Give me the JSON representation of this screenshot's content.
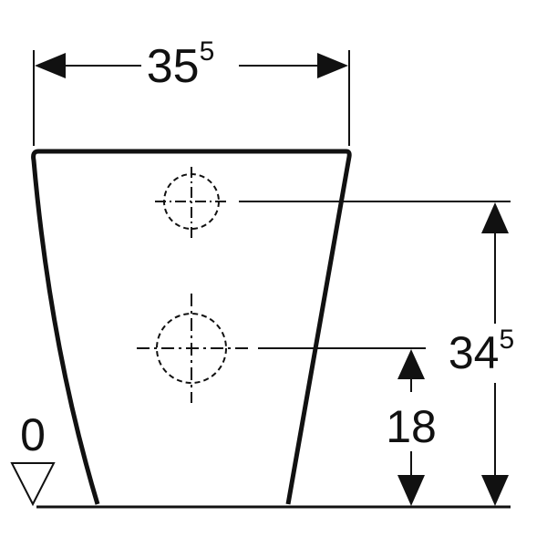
{
  "dimensions": {
    "width": {
      "main": "35",
      "sup": "5"
    },
    "overall_height": {
      "main": "34",
      "sup": "5"
    },
    "lower_height": {
      "main": "18"
    }
  },
  "floor_marker": {
    "label": "0"
  },
  "colors": {
    "ink": "#111111",
    "background": "#ffffff"
  }
}
